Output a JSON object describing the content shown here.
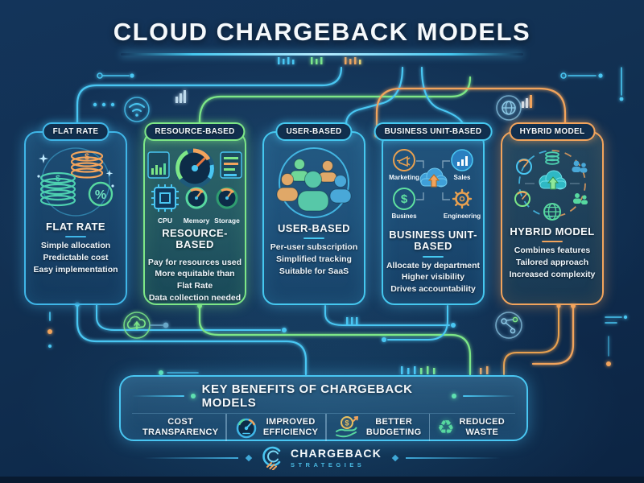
{
  "title": "CLOUD CHARGEBACK MODELS",
  "cards": [
    {
      "header": "FLAT RATE",
      "title": "FLAT RATE",
      "features": [
        "Simple allocation",
        "Predictable cost",
        "Easy implementation"
      ],
      "accent": "#3fb6e8"
    },
    {
      "header": "RESOURCE-BASED",
      "title": "RESOURCE-BASED",
      "features": [
        "Pay for resources used",
        "More equitable than Flat Rate",
        "Data collection needed"
      ],
      "sub_labels": [
        "CPU",
        "Memory",
        "Storage"
      ],
      "accent": "#7de787"
    },
    {
      "header": "USER-BASED",
      "title": "USER-BASED",
      "features": [
        "Per-user subscription",
        "Simplified tracking",
        "Suitable for SaaS"
      ],
      "accent": "#45c8f0"
    },
    {
      "header": "BUSINESS UNIT-BASED",
      "title": "BUSINESS UNIT-BASED",
      "features": [
        "Allocate by department",
        "Higher visibility",
        "Drives accountability"
      ],
      "sub_labels": [
        "Marketing",
        "Sales",
        "Busines",
        "Engineering"
      ],
      "accent": "#45c8f0"
    },
    {
      "header": "HYBRID MODEL",
      "title": "HYBRID MODEL",
      "features": [
        "Combines features",
        "Tailored approach",
        "Increased complexity"
      ],
      "accent": "#f2a45c"
    }
  ],
  "benefits": {
    "title": "KEY BENEFITS OF CHARGEBACK MODELS",
    "items": [
      {
        "line1": "COST",
        "line2": "TRANSPARENCY",
        "icon": "none"
      },
      {
        "line1": "IMPROVED",
        "line2": "EFFICIENCY",
        "icon": "gauge-icon"
      },
      {
        "line1": "BETTER",
        "line2": "BUDGETING",
        "icon": "hand-dollar-icon"
      },
      {
        "line1": "REDUCED",
        "line2": "WASTE",
        "icon": "recycle-icon"
      }
    ]
  },
  "footer": {
    "brand_line1": "CHARGEBACK",
    "brand_line2": "STRATEGIES"
  },
  "icons": {
    "dollar": "$",
    "percent": "%",
    "recycle": "♻"
  },
  "colors": {
    "cyan": "#49c6f2",
    "green": "#7de787",
    "orange": "#f2a45c",
    "background": "#10294a"
  }
}
